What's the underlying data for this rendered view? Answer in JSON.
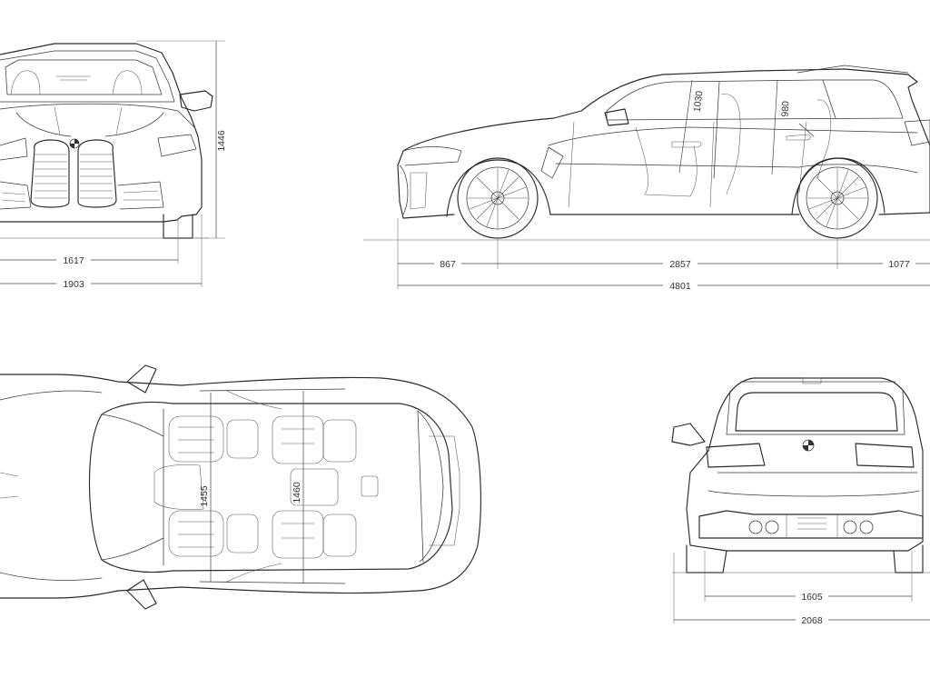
{
  "views": {
    "front": {
      "height": "1446",
      "track": "1617",
      "width": "1903"
    },
    "side": {
      "front_headroom": "1030",
      "rear_headroom": "980",
      "front_overhang": "867",
      "wheelbase": "2857",
      "rear_overhang": "1077",
      "length": "4801"
    },
    "top": {
      "front_shoulder_width": "1455",
      "rear_shoulder_width": "1460"
    },
    "rear": {
      "track": "1605",
      "width": "2068"
    }
  },
  "icons": [
    "bmw-roundel-icon"
  ]
}
